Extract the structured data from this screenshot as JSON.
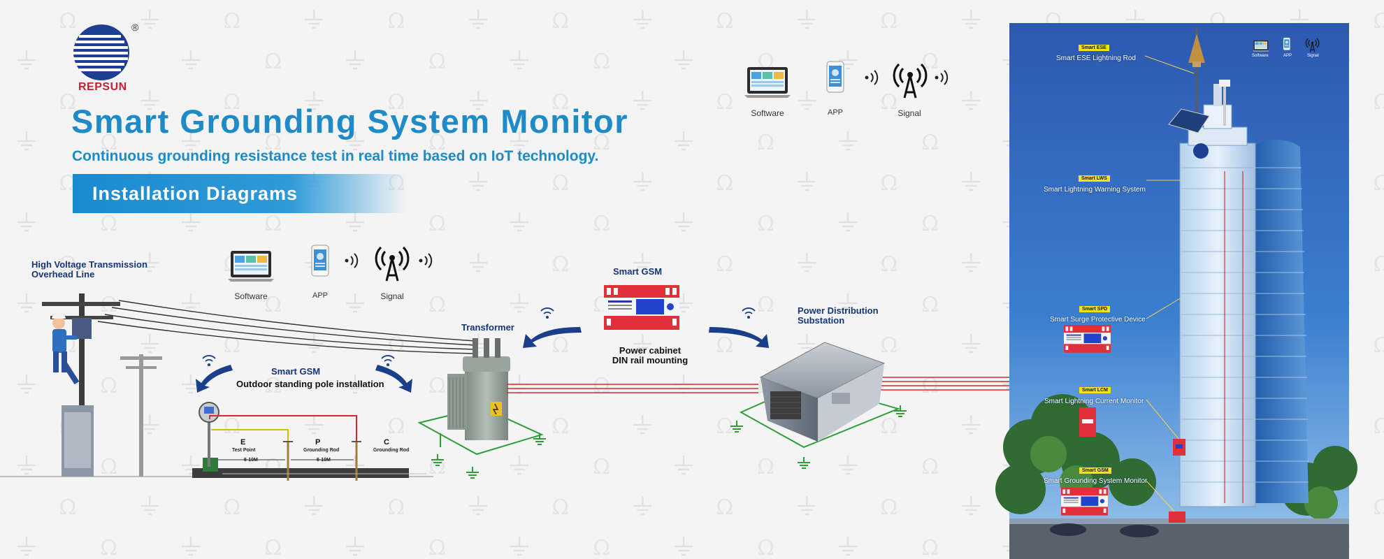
{
  "brand": {
    "name": "REPSUN",
    "registered": "®"
  },
  "header": {
    "title": "Smart Grounding System Monitor",
    "subtitle": "Continuous grounding resistance test in real time based on IoT technology.",
    "banner": "Installation Diagrams"
  },
  "connectivity_top": {
    "software": "Software",
    "app": "APP",
    "signal": "Signal"
  },
  "connectivity_mid": {
    "software": "Software",
    "app": "APP",
    "signal": "Signal"
  },
  "connectivity_tower": {
    "software": "Software",
    "app": "APP",
    "signal": "Signal"
  },
  "scene": {
    "high_voltage": [
      "High Voltage Transmission",
      "Overhead Line"
    ],
    "smart_gsm_pole": "Smart GSM",
    "pole_install": "Outdoor standing pole installation",
    "transformer": "Transformer",
    "smart_gsm_cabinet": "Smart GSM",
    "cabinet_install": [
      "Power cabinet",
      "DIN rail mounting"
    ],
    "substation": [
      "Power Distribution",
      "Substation"
    ],
    "rods": [
      {
        "letter": "E",
        "caption": "Test Point"
      },
      {
        "letter": "P",
        "caption": "Grounding Rod"
      },
      {
        "letter": "C",
        "caption": "Grounding Rod"
      }
    ],
    "distances": [
      "5-10M",
      "5-10M"
    ]
  },
  "tower": {
    "items": [
      {
        "tag": "Smart ESE",
        "label": "Smart ESE Lightning Rod"
      },
      {
        "tag": "Smart LWS",
        "label": "Smart Lightning Warning System"
      },
      {
        "tag": "Smart SPD",
        "label": "Smart Surge Protective Device"
      },
      {
        "tag": "Smart LCM",
        "label": "Smart Lightning Current Monitor"
      },
      {
        "tag": "Smart GSM",
        "label": "Smart Grounding System Monitor"
      }
    ]
  },
  "colors": {
    "brand_blue": "#1f8ac8",
    "label_navy": "#15357a",
    "ground_green": "#2f9e3a",
    "cable_red": "#d02b2b",
    "device_red": "#e0303a",
    "sky_top": "#2f5fb8",
    "tag_yellow": "#f3e21d"
  },
  "icons": [
    "omega-icon",
    "ground-symbol-icon",
    "laptop-icon",
    "phone-icon",
    "signal-tower-icon",
    "wifi-icon",
    "curved-arrow-icon"
  ]
}
